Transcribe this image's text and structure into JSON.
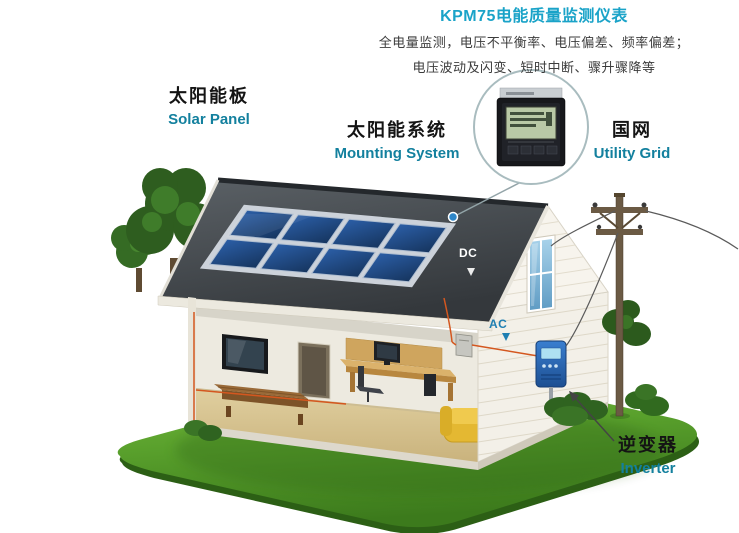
{
  "header": {
    "title": "KPM75电能质量监测仪表",
    "desc_line1": "全电量监测，电压不平衡率、电压偏差、频率偏差；",
    "desc_line2": "电压波动及闪变、短时中断、骤升骤降等"
  },
  "labels": {
    "solar_panel": {
      "zh": "太阳能板",
      "en": "Solar Panel"
    },
    "mounting_system": {
      "zh": "太阳能系统",
      "en": "Mounting System"
    },
    "utility_grid": {
      "zh": "国网",
      "en": "Utility Grid"
    },
    "inverter": {
      "zh": "逆变器",
      "en": "Inverter"
    },
    "dc": "DC",
    "ac": "AC"
  },
  "icons": {
    "power_meter": "power-quality-meter",
    "roof_connection_dot": "blue-connection-dot"
  },
  "colors": {
    "title_accent": "#1AA3C8",
    "label_teal": "#13809E",
    "grass_green": "#59A02C",
    "solar_panel_blue": "#16355F",
    "inverter_blue": "#2E6FC0",
    "wire_orange": "#D4571F",
    "ac_tag_blue": "#1F7FB2"
  }
}
